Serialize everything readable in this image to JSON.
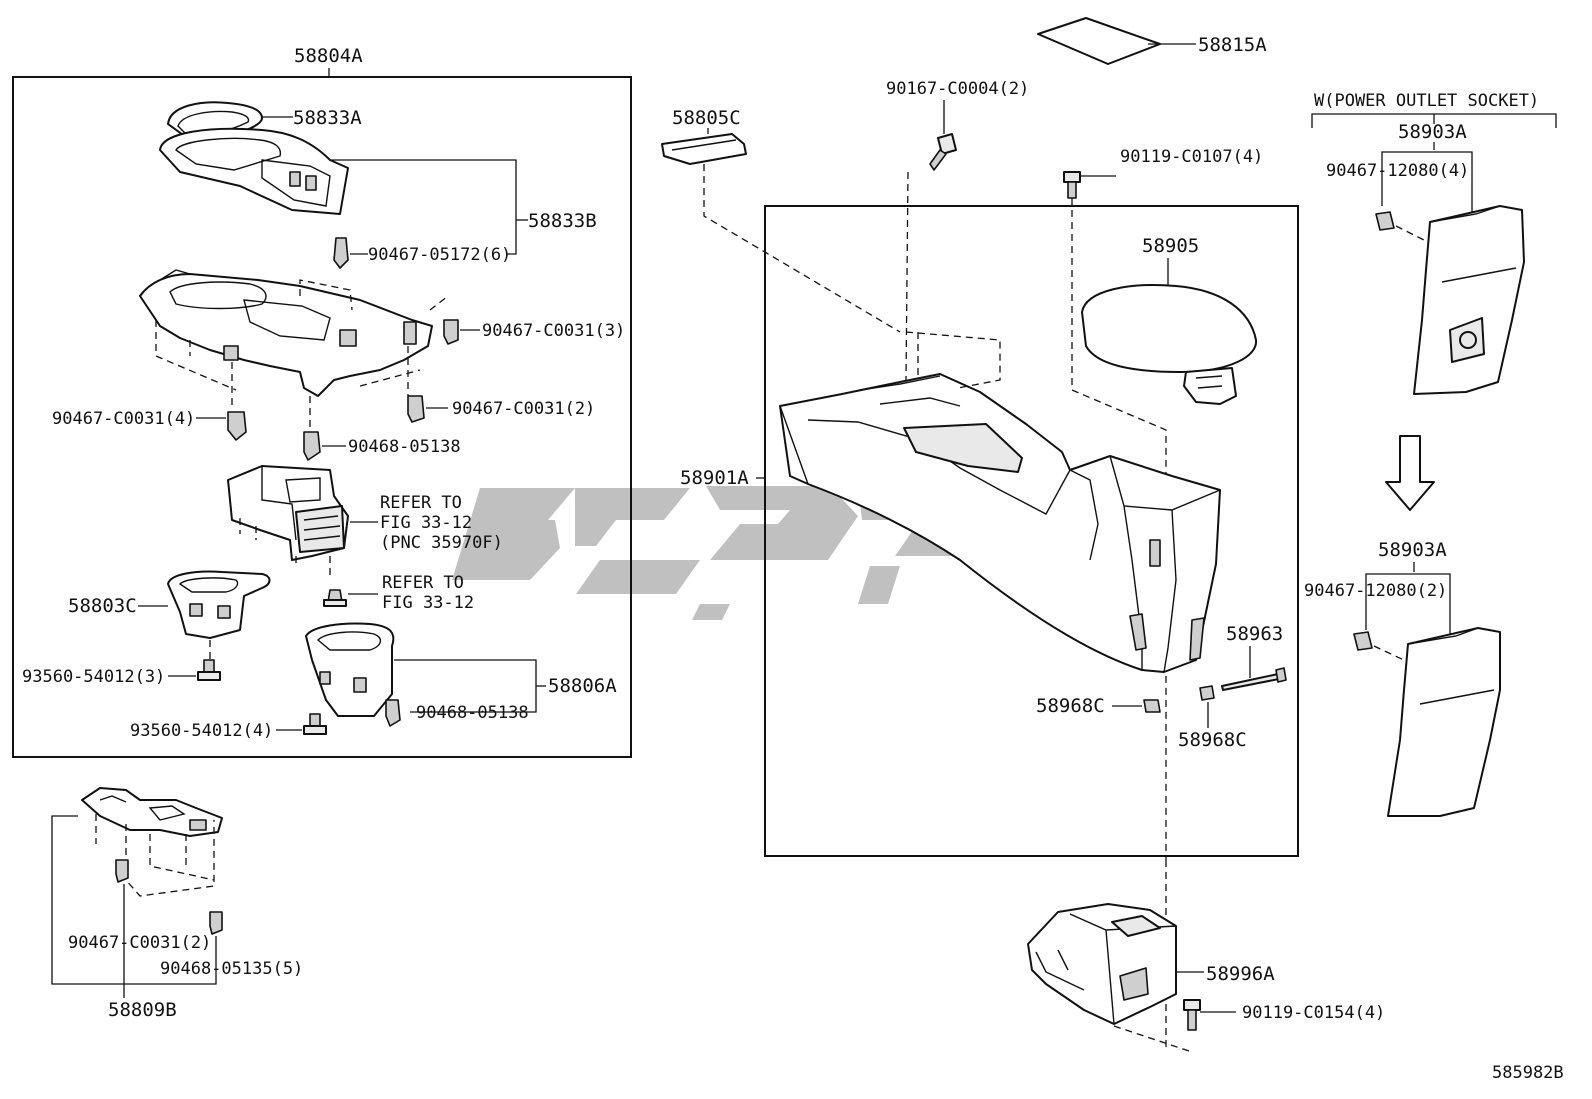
{
  "callouts": {
    "p58804A": "58804A",
    "p58833A": "58833A",
    "p58833B": "58833B",
    "p90467_05172": "90467-05172(6)",
    "p90467_C0031_3": "90467-C0031(3)",
    "p90467_C0031_4": "90467-C0031(4)",
    "p90467_C0031_2a": "90467-C0031(2)",
    "p90468_05138a": "90468-05138",
    "refer1_l1": "REFER TO",
    "refer1_l2": "FIG 33-12",
    "refer1_l3": "(PNC 35970F)",
    "refer2_l1": "REFER TO",
    "refer2_l2": "FIG 33-12",
    "p58803C": "58803C",
    "p93560_3": "93560-54012(3)",
    "p58806A": "58806A",
    "p90468_05138b": "90468-05138",
    "p93560_4": "93560-54012(4)",
    "p90467_C0031_2b": "90467-C0031(2)",
    "p90468_05135": "90468-05135(5)",
    "p58809B": "58809B",
    "p58805C": "58805C",
    "p90167": "90167-C0004(2)",
    "p58815A": "58815A",
    "p90119_C0107": "90119-C0107(4)",
    "p58905": "58905",
    "p58901A": "58901A",
    "p58963": "58963",
    "p58968C_a": "58968C",
    "p58968C_b": "58968C",
    "p58996A": "58996A",
    "p90119_C0154": "90119-C0154(4)",
    "socket_header": "W(POWER OUTLET SOCKET)",
    "p58903A_a": "58903A",
    "p90467_12080_4": "90467-12080(4)",
    "p58903A_b": "58903A",
    "p90467_12080_2": "90467-12080(2)",
    "diagram_id": "585982B"
  },
  "icons": {
    "arrow": "down-arrow-icon",
    "watermark": "brand-logo-watermark"
  },
  "colors": {
    "line": "#111111",
    "watermark": "#b5b5b5",
    "background": "#ffffff"
  }
}
